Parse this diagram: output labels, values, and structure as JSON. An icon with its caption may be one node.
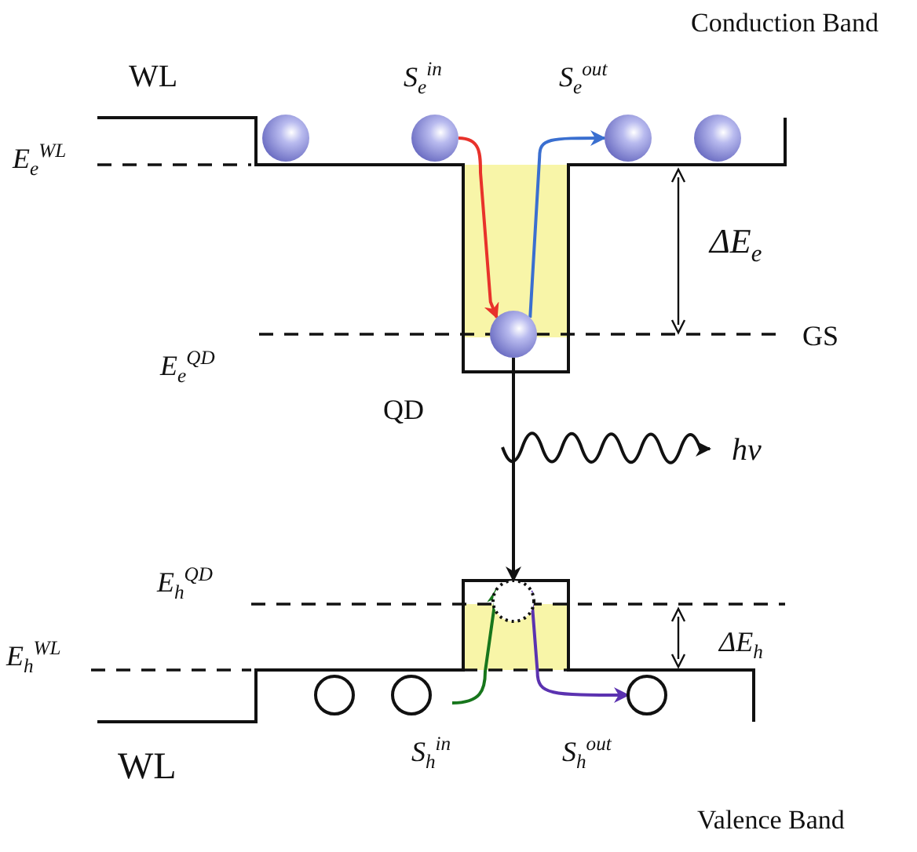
{
  "diagram": {
    "nodes": [
      {
        "text": [],
        "shape": "circle"
      },
      {
        "text": [],
        "shape": "circle"
      },
      {
        "text": [],
        "shape": "circle"
      },
      {
        "text": [],
        "shape": "circle"
      },
      {
        "text": [],
        "shape": "circle"
      },
      {
        "text": [
          "hν"
        ]
      },
      {
        "text": [],
        "shape": "circle"
      },
      {
        "text": [],
        "shape": "circle"
      },
      {
        "text": [],
        "shape": "circle"
      },
      {
        "text": [],
        "shape": "circle"
      }
    ],
    "edges": [
      {
        "from": 1,
        "to": 4,
        "arrow": "to",
        "color": "#e8322b"
      },
      {
        "from": 4,
        "to": 2,
        "arrow": "to",
        "color": "#3a6fd0"
      },
      {
        "from": 4,
        "to": 6,
        "arrow": "to"
      },
      {
        "from": null,
        "to": 5,
        "arrow": "to"
      },
      {
        "from": null,
        "to": 6,
        "arrow": "to",
        "color": "#17761c"
      },
      {
        "from": 6,
        "to": 9,
        "arrow": "to",
        "color": "#5b32b0"
      }
    ],
    "labels": [
      "Conduction Band",
      "WL",
      "E$_{e}$$^{WL}$",
      "S$_{e}$$^{in}$",
      "S$_{e}$$^{out}$",
      "ΔE$_{e}$",
      "GS",
      "E$_{e}$$^{QD}$",
      "QD",
      "E$_{h}$$^{QD}$",
      "E$_{h}$$^{WL}$",
      "ΔE$_{h}$",
      "WL",
      "S$_{h}$$^{in}$",
      "S$_{h}$$^{out}$",
      "Valence Band"
    ]
  }
}
